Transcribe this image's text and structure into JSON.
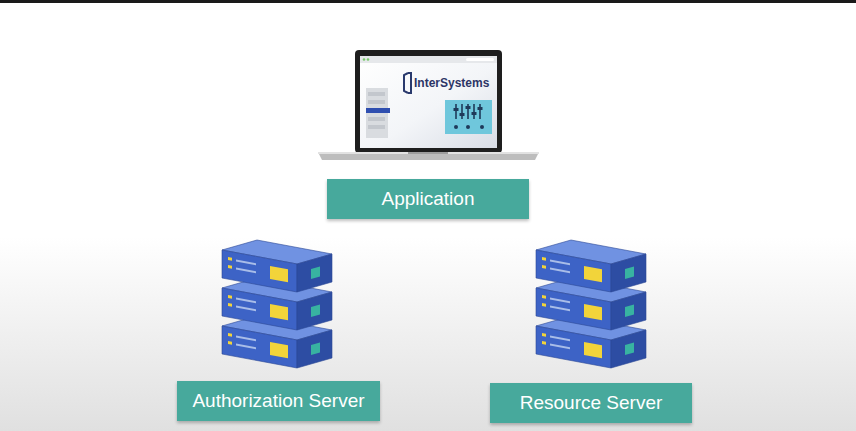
{
  "diagram": {
    "nodes": [
      {
        "text": [
          "Application"
        ]
      },
      {
        "text": [
          "Authorization Server"
        ]
      },
      {
        "text": [
          "Resource Server"
        ]
      }
    ],
    "labels": [
      "InterSystems"
    ]
  }
}
